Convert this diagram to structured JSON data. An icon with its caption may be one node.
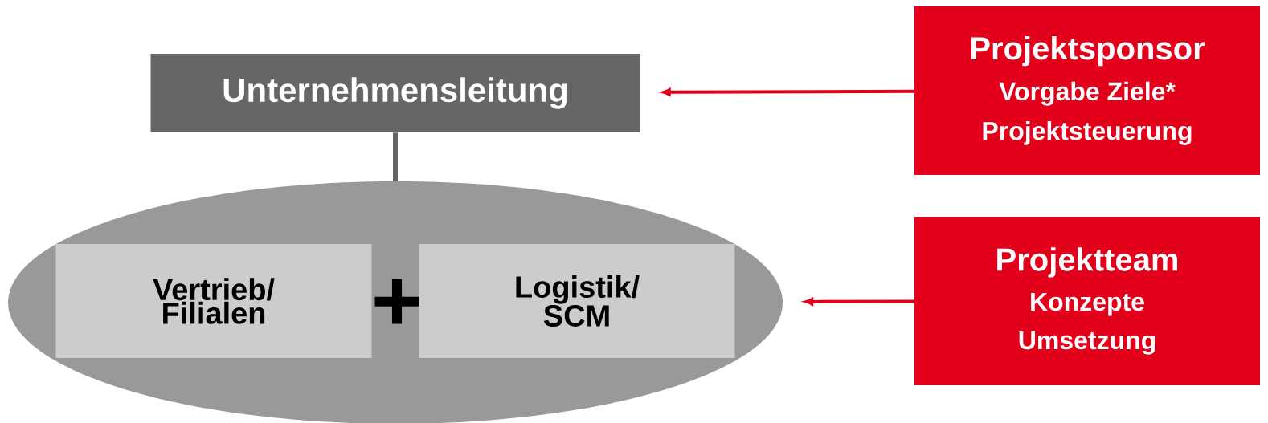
{
  "diagram": {
    "nodes": [
      {
        "text": [
          "Unternehmensleitung"
        ]
      },
      {
        "text": [],
        "shape": "ellipse"
      },
      {
        "text": [
          "Vertrieb/ Filialen"
        ],
        "in": 1
      },
      {
        "text": [
          "Logistik/ SCM"
        ],
        "in": 1
      },
      {
        "text": [
          "Projektsponsor",
          "Vorgabe Ziele*",
          "Projektsteuerung"
        ]
      },
      {
        "text": [
          "Projektteam",
          "Konzepte",
          "Umsetzung"
        ]
      }
    ],
    "edges": [
      {
        "from": 0,
        "to": 1,
        "arrow": "none",
        "color": "#666666"
      },
      {
        "from": 4,
        "to": 0,
        "arrow": "to"
      },
      {
        "from": 5,
        "to": 1,
        "arrow": "to"
      }
    ],
    "labels": [
      "+"
    ]
  }
}
